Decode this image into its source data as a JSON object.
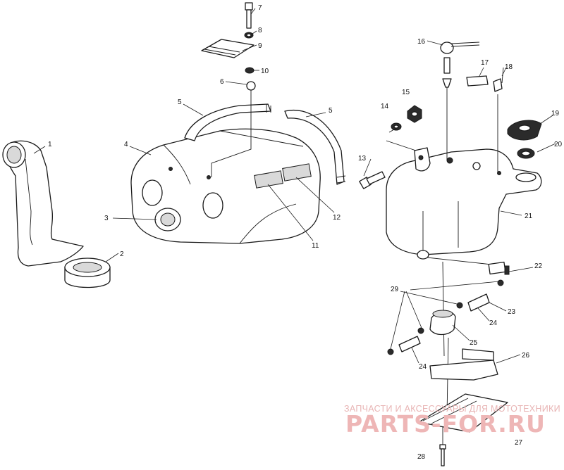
{
  "callouts": {
    "c1": "1",
    "c2": "2",
    "c3": "3",
    "c4": "4",
    "c5a": "5",
    "c5b": "5",
    "c6": "6",
    "c7": "7",
    "c8": "8",
    "c9": "9",
    "c10": "10",
    "c11": "11",
    "c12": "12",
    "c13": "13",
    "c14": "14",
    "c15": "15",
    "c16": "16",
    "c17": "17",
    "c18": "18",
    "c19": "19",
    "c20": "20",
    "c21": "21",
    "c22": "22",
    "c23": "23",
    "c24a": "24",
    "c24b": "24",
    "c25": "25",
    "c26": "26",
    "c27": "27",
    "c28": "28",
    "c29": "29"
  },
  "watermark": {
    "tagline": "ЗАПЧАСТИ И АКСЕССУАРЫ ДЛЯ МОТОТЕХНИКИ",
    "brand": "PARTS-FOR.RU"
  },
  "colors": {
    "line": "#1a1a1a",
    "watermark": "#eeb6b6",
    "background": "#ffffff"
  }
}
